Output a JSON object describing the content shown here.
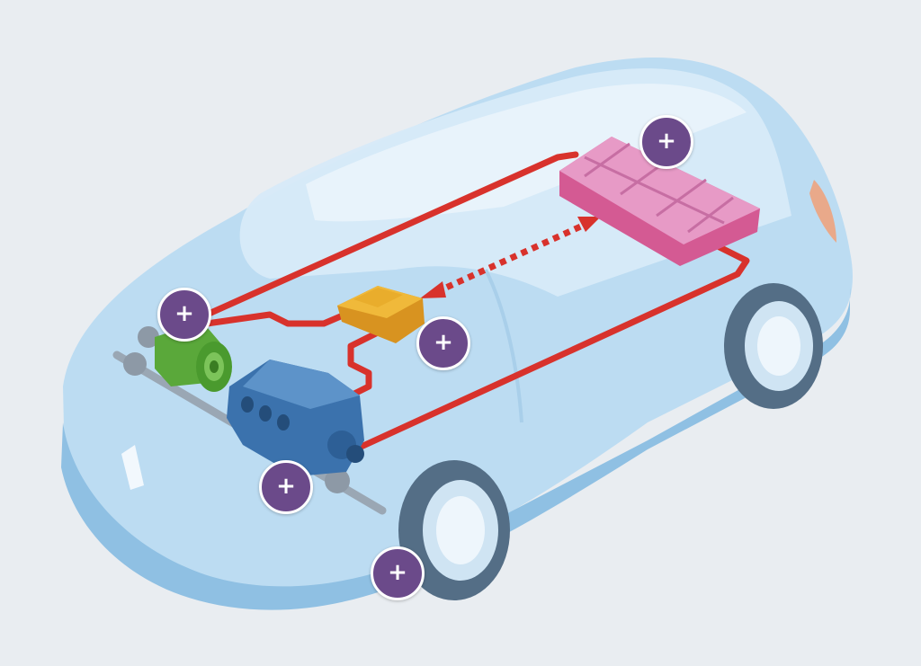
{
  "colors": {
    "background": "#e9edf1",
    "car_body": "#bcdcf2",
    "car_glass": "#d7eaf8",
    "wire": "#d8322c",
    "battery": "#e79ac6",
    "controller": "#e9ad2c",
    "motor": "#5aa83a",
    "engine": "#3b72ad",
    "hotspot": "#6b4a8a"
  },
  "hotspots": [
    {
      "label": "+",
      "target": "battery-pack"
    },
    {
      "label": "+",
      "target": "electric-motor"
    },
    {
      "label": "+",
      "target": "power-controller"
    },
    {
      "label": "+",
      "target": "engine"
    },
    {
      "label": "+",
      "target": "wheel"
    }
  ]
}
